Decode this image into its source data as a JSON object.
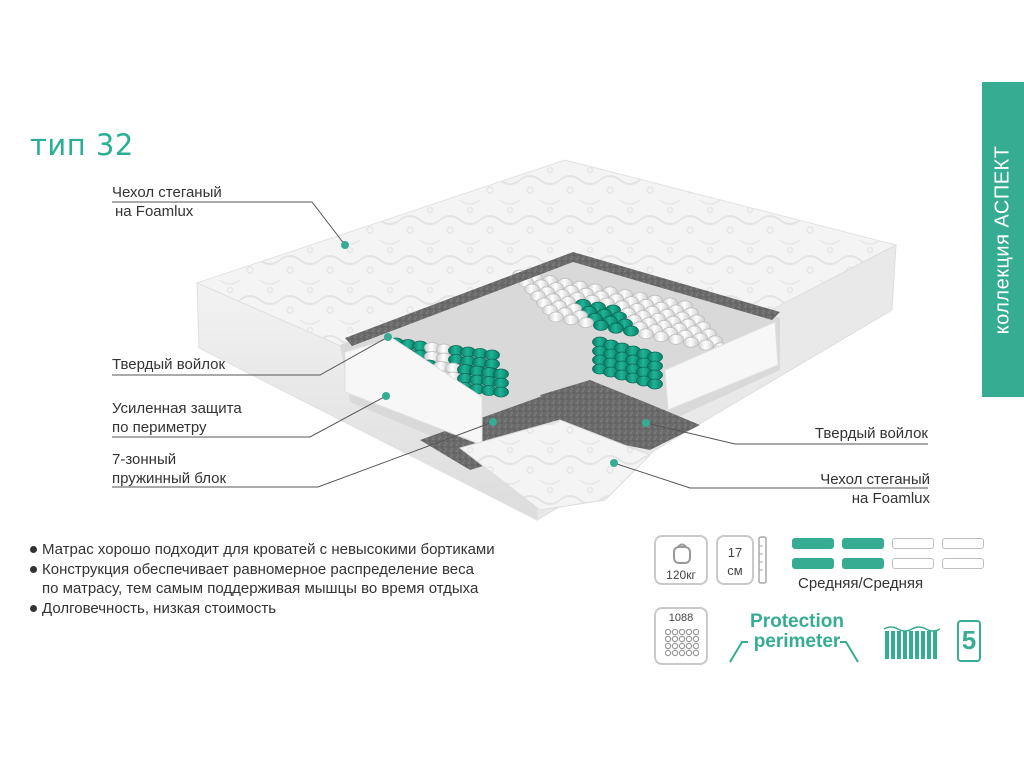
{
  "title": "тип 32",
  "collection": "коллекция АСПЕКТ",
  "callouts": {
    "cover_top_line1": "Чехол стеганый",
    "cover_top_line2": "на Foamlux",
    "felt_left": "Твердый войлок",
    "perimeter_line1": "Усиленная защита",
    "perimeter_line2": "по периметру",
    "springs_line1": "7-зонный",
    "springs_line2": "пружинный блок",
    "felt_right": "Твердый войлок",
    "cover_bottom_line1": "Чехол стеганый",
    "cover_bottom_line2": "на Foamlux"
  },
  "features": [
    "Матрас хорошо подходит для кроватей с невысокими бортиками",
    "Конструкция обеспечивает равномерное распределение веса",
    "по матрасу, тем самым поддерживая мышцы во время отдыха",
    "Долговечность, низкая стоимость"
  ],
  "specs": {
    "weight": "120кг",
    "height_value": "17",
    "height_unit": "см",
    "firmness": "Средняя/Средняя",
    "firmness_levels_filled": 2,
    "firmness_levels_total": 4,
    "springs": "1088",
    "protection_line1": "Protection",
    "protection_line2": "perimeter",
    "zones": "5"
  },
  "colors": {
    "accent": "#36ac93",
    "title": "#2aaf94",
    "spring_green": "#13917a",
    "felt": "#6b6b6b"
  },
  "icons": [
    "weight-icon",
    "height-ruler-icon",
    "spring-grid-icon",
    "zones-icon",
    "zone-number-icon"
  ]
}
